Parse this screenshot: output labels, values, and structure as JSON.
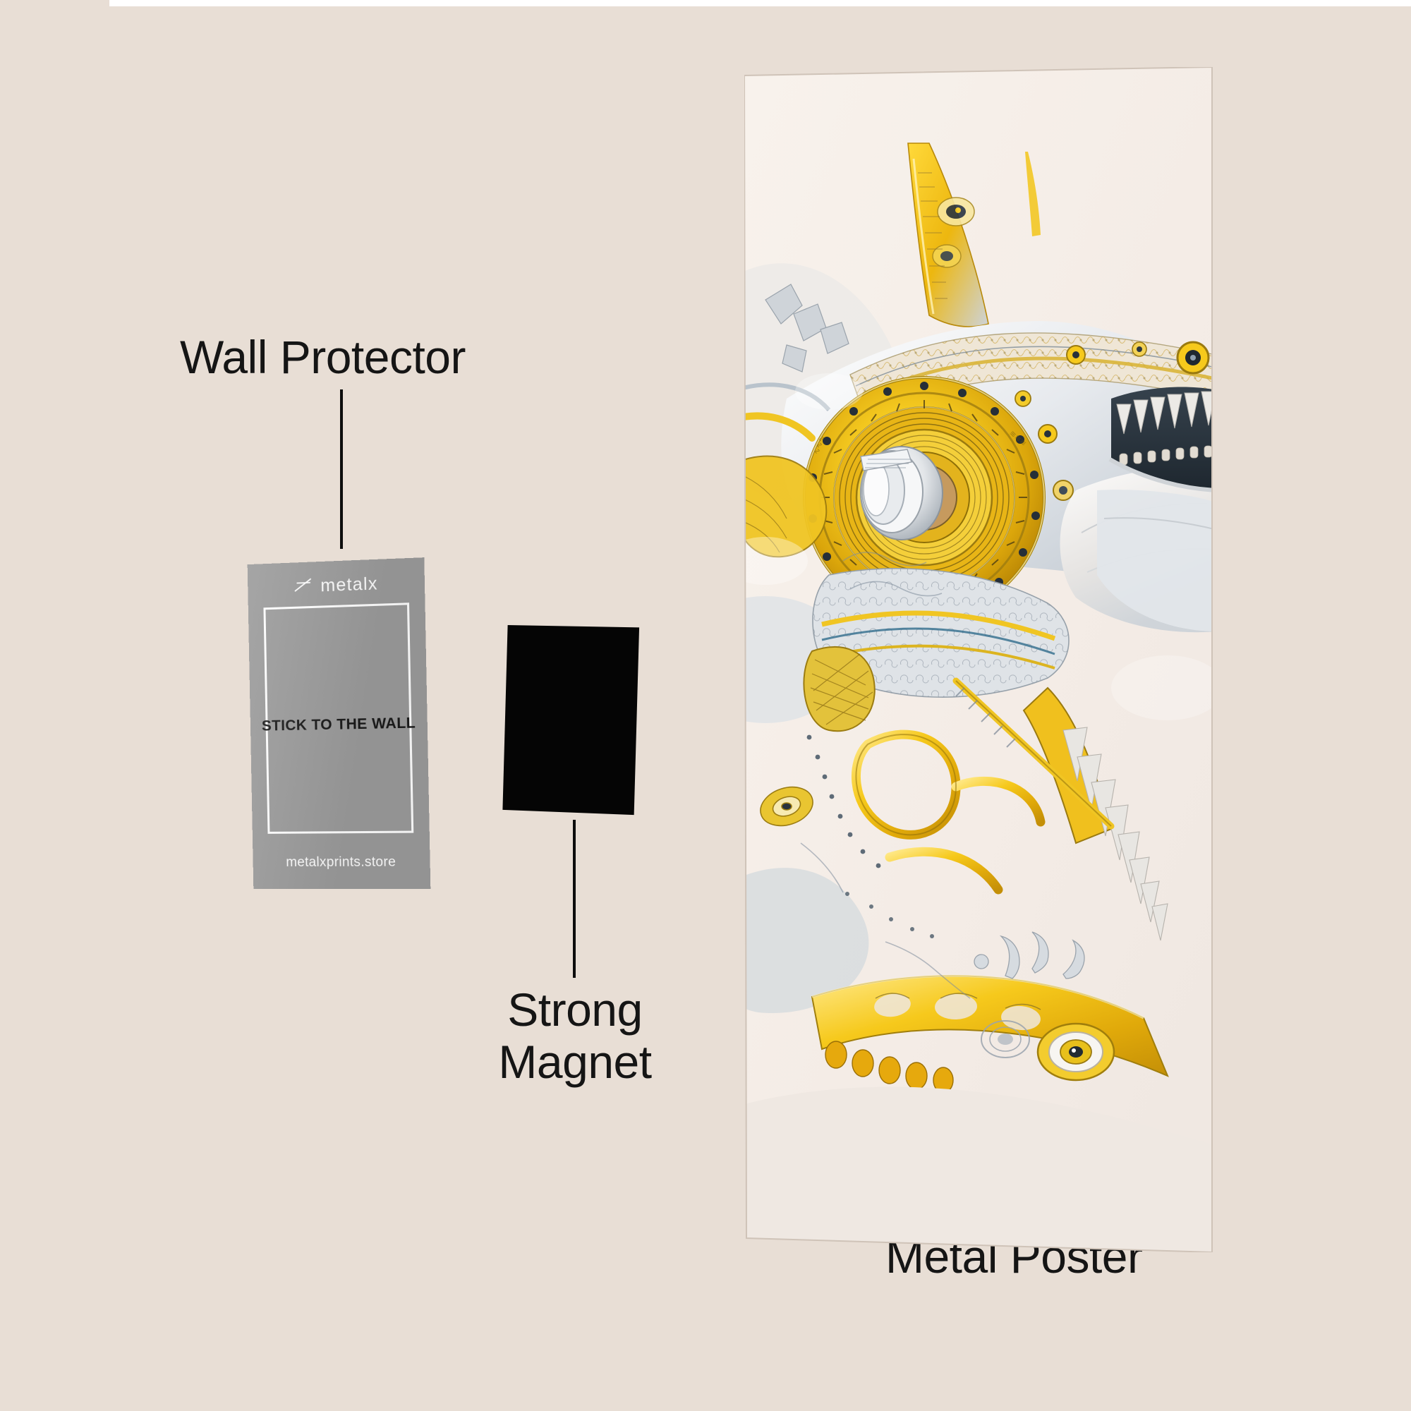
{
  "background": {
    "color": "#e8ded5",
    "top_strip_color": "#ffffff"
  },
  "labels": {
    "wall_protector": "Wall Protector",
    "strong_magnet": "Strong\nMagnet",
    "metal_poster": "Metal Poster",
    "text_color": "#151515"
  },
  "wall_protector_card": {
    "brand": "metalx",
    "brand_icon": "metalx-cross-icon",
    "center_text": "STICK TO THE WALL",
    "url": "metalxprints.store",
    "card_color": "#9b9b9b",
    "frame_color": "#ffffff",
    "center_text_color": "#1a1a1a"
  },
  "magnet": {
    "color": "#050505",
    "shape": "rectangle"
  },
  "poster": {
    "artwork_title": "mechanical shark",
    "background_color": "#f6efe9",
    "palette": {
      "gold": "#f2c417",
      "gold_dark": "#c99a0c",
      "gold_light": "#ffe173",
      "silver": "#d9dde2",
      "silver_dark": "#8c98a4",
      "white": "#f4f3f1",
      "teeth": "#e9e6e1",
      "mouth_dark": "#2e3a44",
      "ink": "#3b4350"
    }
  }
}
